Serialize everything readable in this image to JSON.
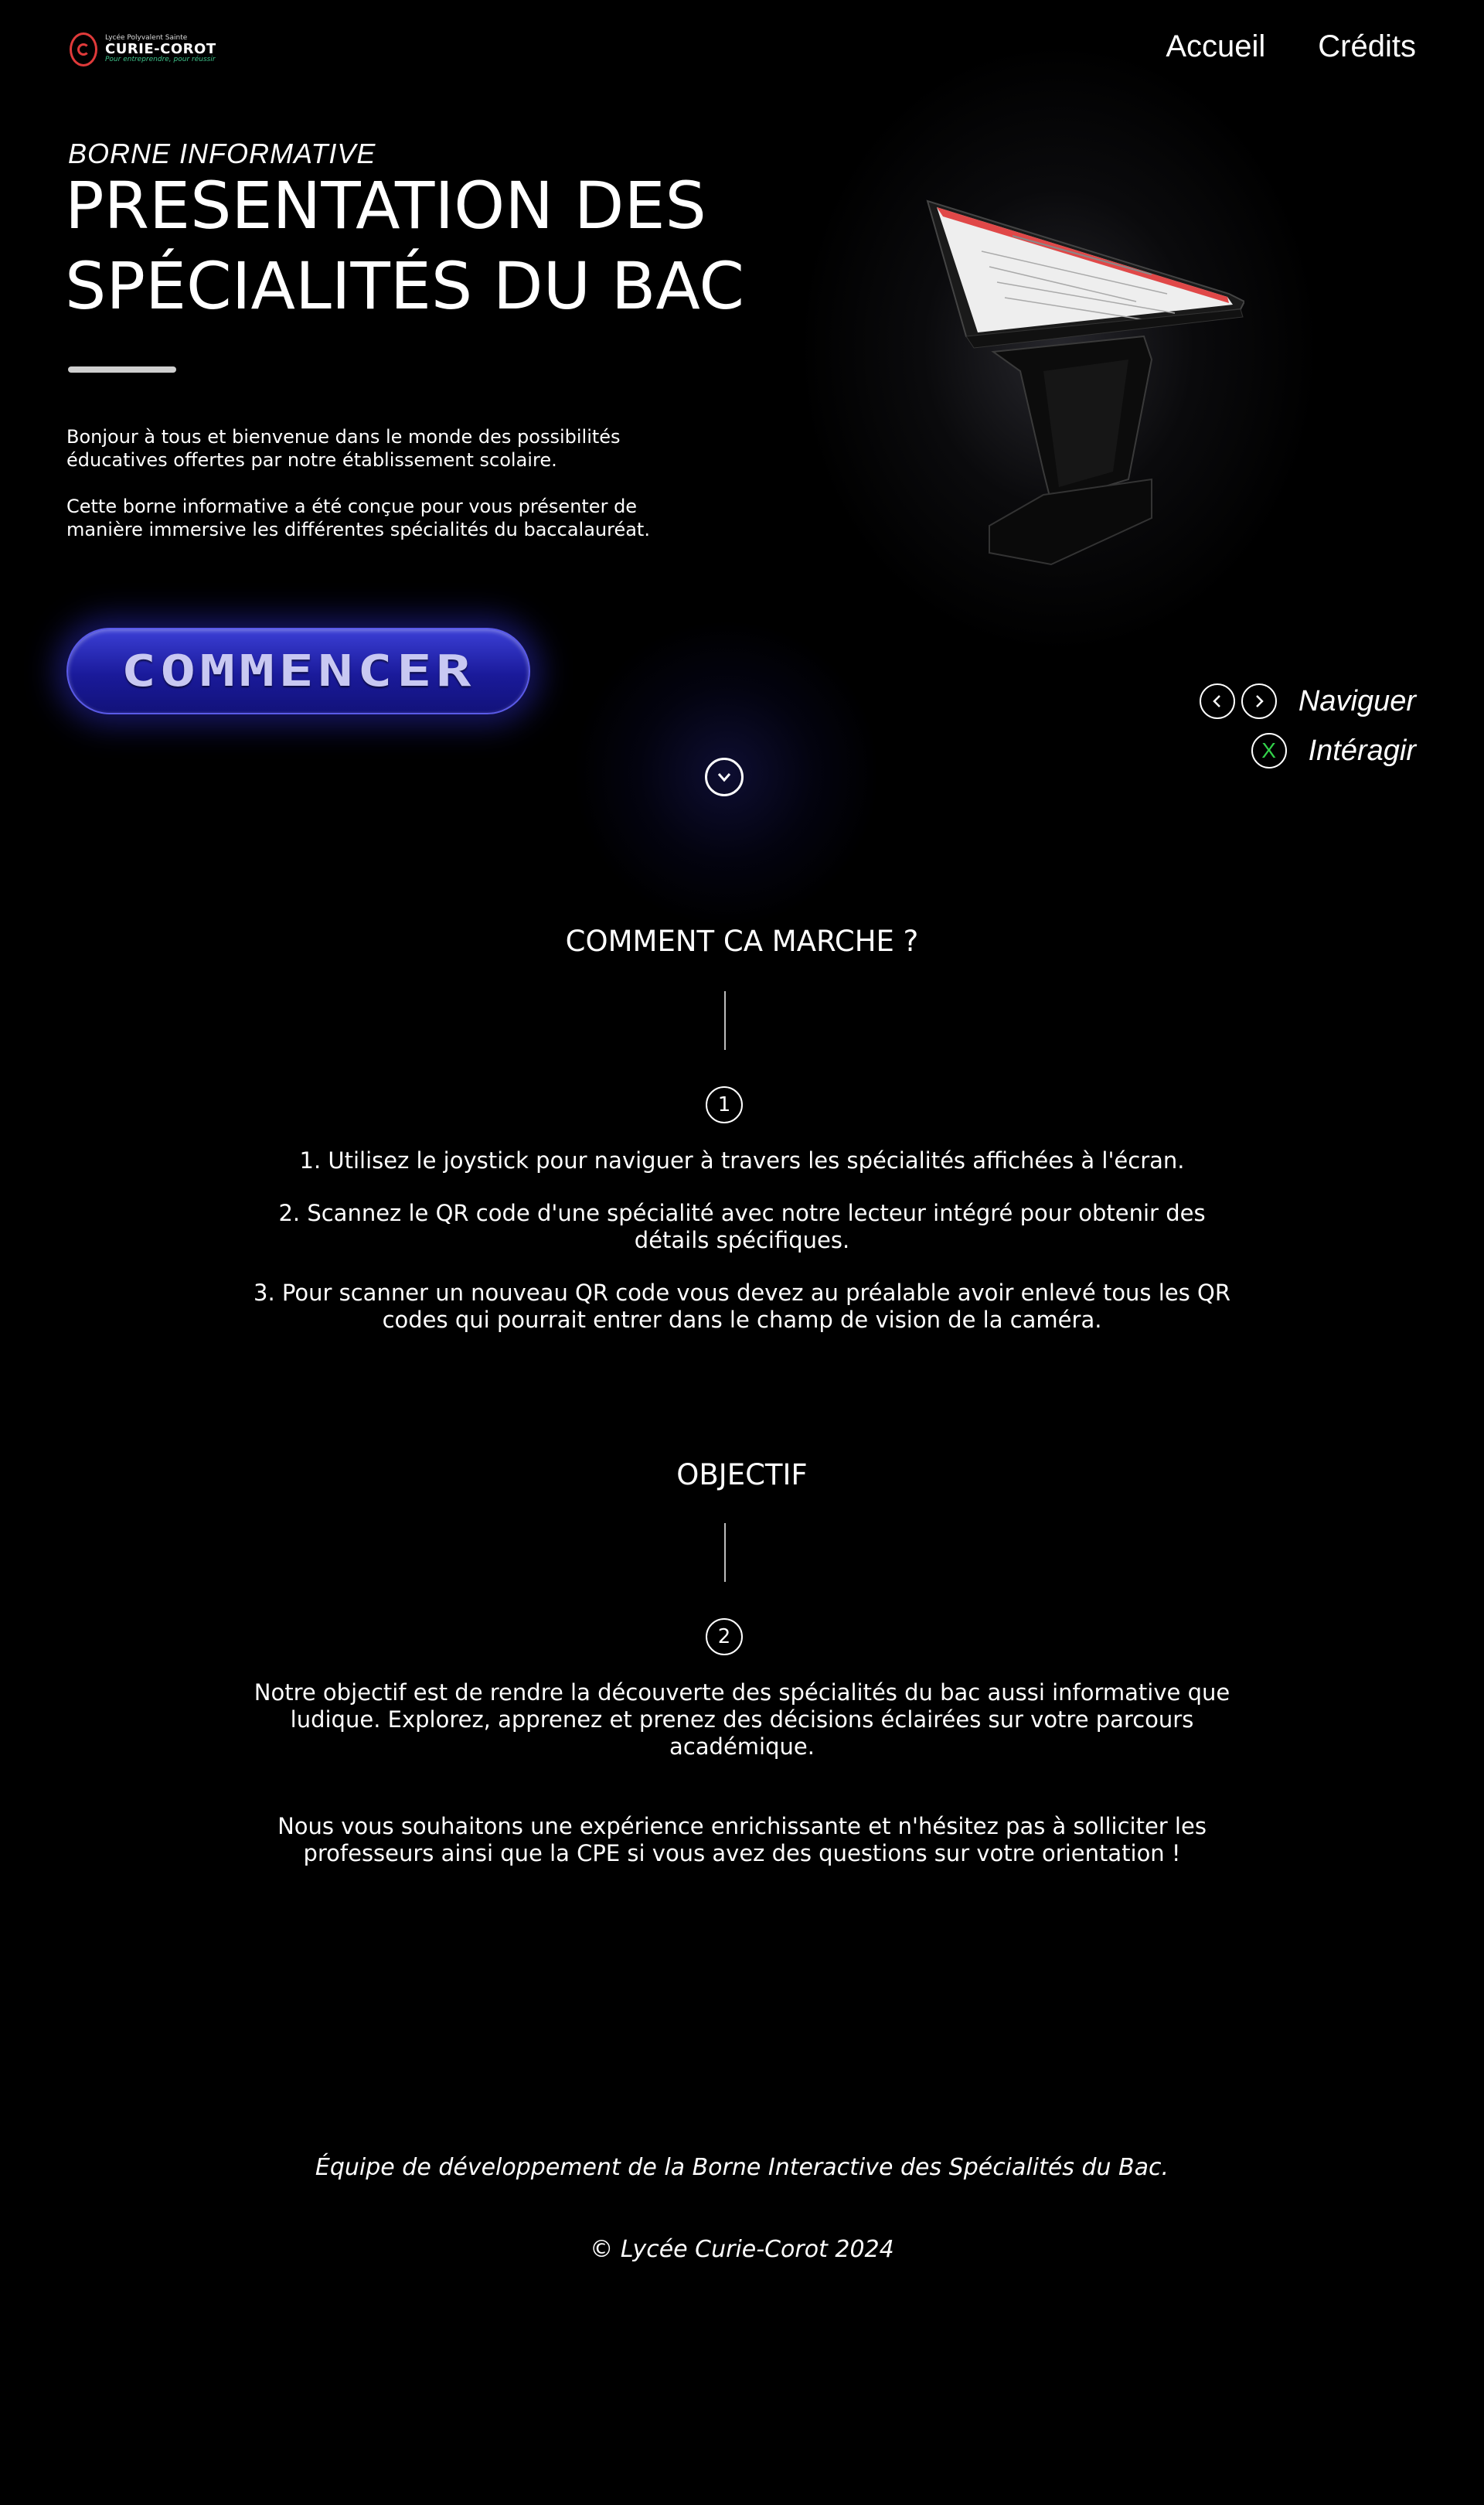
{
  "header": {
    "logo": {
      "small_text": "Lycée Polyvalent Sainte",
      "name": "CURIE-COROT",
      "tagline": "Pour entreprendre, pour réussir"
    },
    "nav": [
      {
        "label": "Accueil"
      },
      {
        "label": "Crédits"
      }
    ]
  },
  "hero": {
    "kicker": "BORNE INFORMATIVE",
    "title": "PRESENTATION DES SPÉCIALITÉS DU BAC",
    "intro": [
      "Bonjour à tous et bienvenue dans le monde des possibilités éducatives offertes par notre établissement scolaire.",
      "Cette borne informative a été conçue pour vous présenter de manière immersive les différentes spécialités du baccalauréat."
    ],
    "start_button": "COMMENCER"
  },
  "controls": {
    "navigate_label": "Naviguer",
    "interact_label": "Intéragir",
    "interact_key": "X"
  },
  "how_it_works": {
    "title": "COMMENT CA MARCHE ?",
    "step": "1",
    "items": [
      "1. Utilisez le joystick pour naviguer à travers les spécialités affichées à l'écran.",
      "2. Scannez le QR code d'une spécialité avec notre lecteur intégré pour obtenir des détails spécifiques.",
      "3. Pour scanner un nouveau QR code vous devez au préalable avoir enlevé tous les QR codes qui pourrait entrer dans le champ de vision de la caméra."
    ]
  },
  "objective": {
    "title": "OBJECTIF",
    "step": "2",
    "paragraphs": [
      "Notre objectif est de rendre la découverte des spécialités du bac aussi informative que ludique. Explorez, apprenez et prenez des décisions éclairées sur votre parcours académique.",
      "Nous vous souhaitons une expérience enrichissante et n'hésitez pas à solliciter les professeurs ainsi que la CPE si vous avez des questions sur votre orientation !"
    ]
  },
  "footer": {
    "team": "Équipe de développement de la Borne Interactive des Spécialités du Bac.",
    "copyright": "© Lycée Curie-Corot 2024"
  },
  "colors": {
    "background": "#000000",
    "button_blue": "#1a1a9a",
    "logo_red": "#e03a3a",
    "interact_green": "#32d24a"
  }
}
